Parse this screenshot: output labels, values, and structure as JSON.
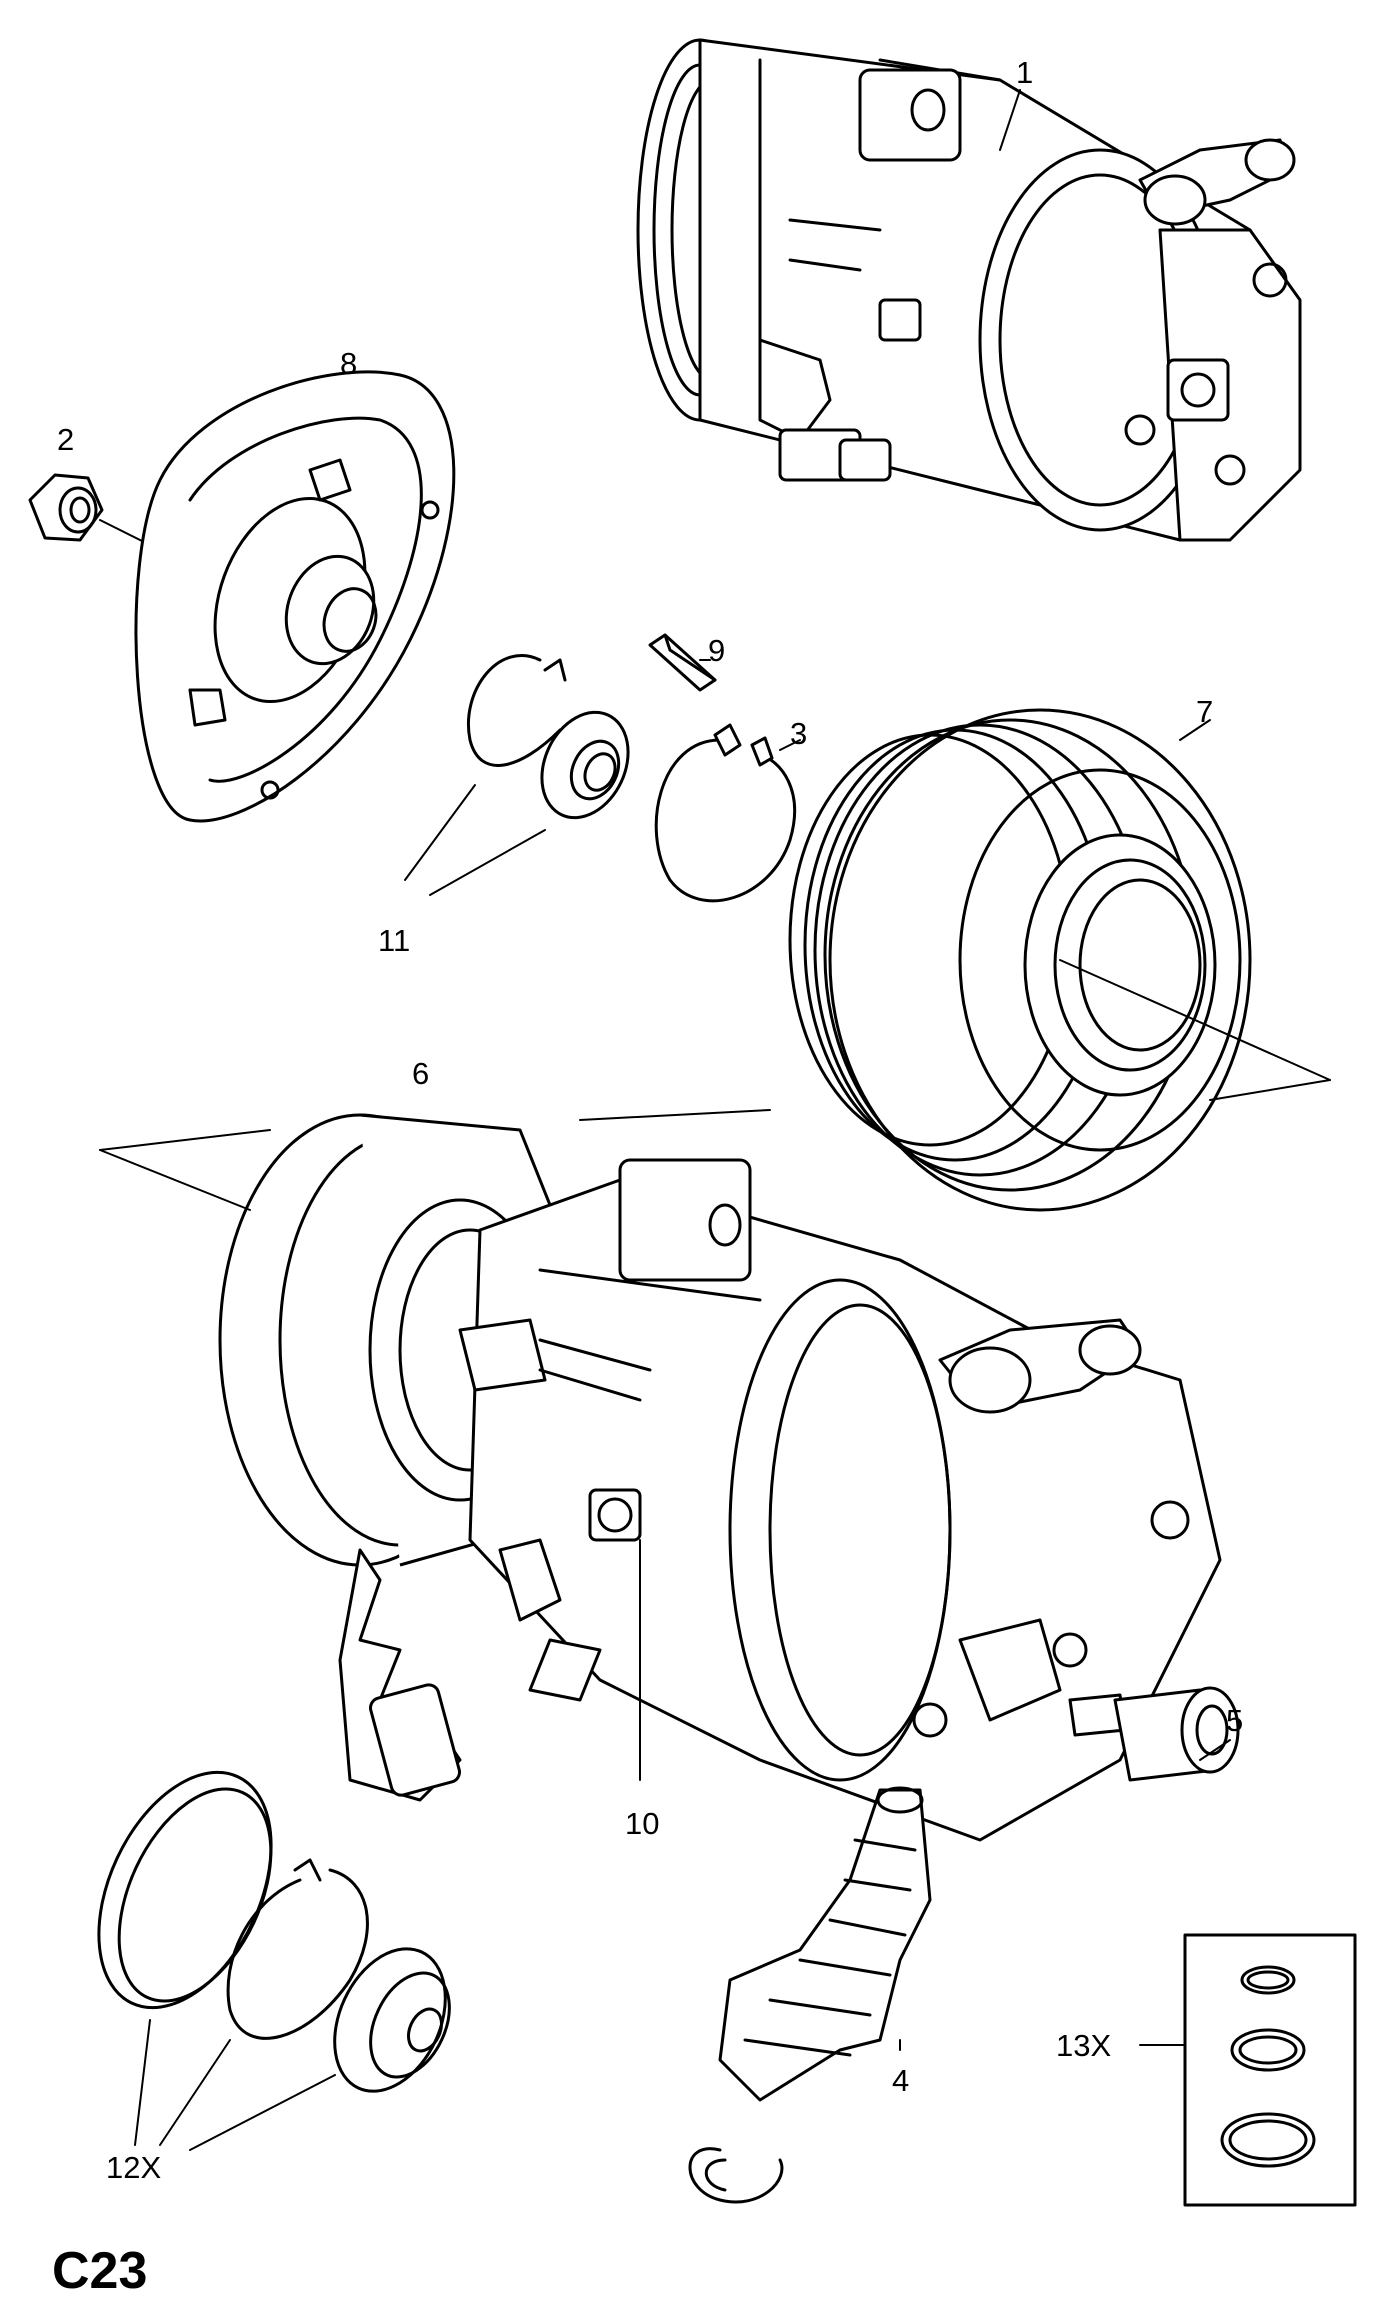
{
  "diagram": {
    "code": "C23",
    "callouts": {
      "c1": "1",
      "c2": "2",
      "c3": "3",
      "c4": "4",
      "c5": "5",
      "c6": "6",
      "c7": "7",
      "c8": "8",
      "c9": "9",
      "c10": "10",
      "c11": "11",
      "c12x": "12X",
      "c13x": "13X"
    }
  },
  "colors": {
    "line": "#000000",
    "background": "#ffffff"
  }
}
